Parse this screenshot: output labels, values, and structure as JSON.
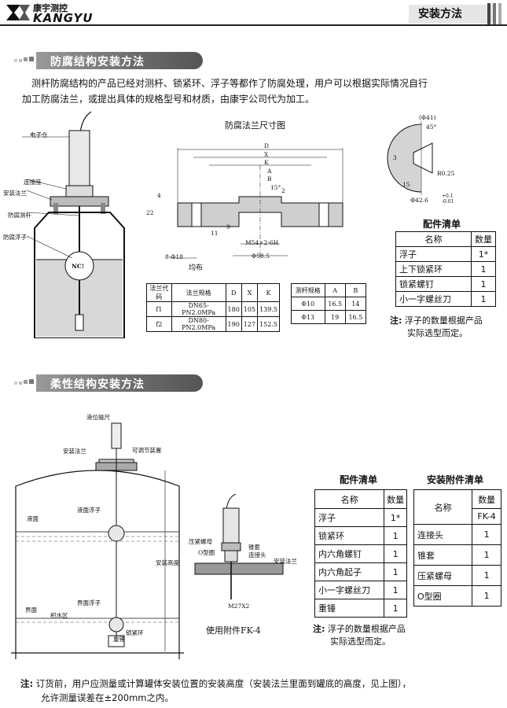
{
  "header": {
    "brand_cn": "康宇测控",
    "brand_en": "KANGYU",
    "page_title": "安装方法"
  },
  "section1": {
    "title": "防腐结构安装方法",
    "intro_line1": "测杆防腐结构的产品已经对测杆、锁紧环、浮子等都作了防腐处理，用户可以根据实际情况自行",
    "intro_line2": "加工防腐法兰，或提出具体的规格型号和材质，由康宇公司代为加工。",
    "diagram_labels": [
      "电子仓",
      "连接座",
      "安装法兰",
      "防腐测杆",
      "防腐浮子",
      "NC!"
    ],
    "flange_title": "防腐法兰尺寸图",
    "flange_dims": {
      "D": "D",
      "X": "X",
      "K": "K",
      "A": "A",
      "B": "B",
      "deg15": "15°",
      "dim4": "4",
      "dim22": "22",
      "dim11": "11",
      "dim9": "9",
      "dim2": "2",
      "thread": "M54×2-6H",
      "phi58": "Φ58.5",
      "holes": "8-Φ18",
      "even": "均布"
    },
    "detail_dims": {
      "phi41": "(Φ41)",
      "deg45": "45°",
      "dim3": "3",
      "dim15": "15",
      "r": "R0.25",
      "phi42": "Φ42.6",
      "tol_up": "+0.1",
      "tol_dn": "-0.01"
    },
    "flange_table": {
      "headers": [
        "法兰代码",
        "法兰规格",
        "D",
        "X",
        "K"
      ],
      "rows": [
        [
          "f1",
          "DN65-PN2.0MPa",
          "180",
          "105",
          "139.5"
        ],
        [
          "f2",
          "DN80-PN2.0MPa",
          "190",
          "127",
          "152.5"
        ]
      ]
    },
    "rod_table": {
      "headers": [
        "测杆规格",
        "A",
        "B"
      ],
      "rows": [
        [
          "Φ10",
          "16.5",
          "14"
        ],
        [
          "Φ13",
          "19",
          "16.5"
        ]
      ]
    },
    "parts": {
      "title": "配件清单",
      "headers": [
        "名称",
        "数量"
      ],
      "rows": [
        [
          "浮子",
          "1*"
        ],
        [
          "上下锁紧环",
          "1"
        ],
        [
          "锁紧螺钉",
          "1"
        ],
        [
          "小一字螺丝刀",
          "1"
        ]
      ]
    },
    "note_label": "注:",
    "note_line1": "浮子的数量根据产品",
    "note_line2": "实际选型而定。"
  },
  "section2": {
    "title": "柔性结构安装方法",
    "tank_labels": [
      "液位磁尺",
      "安装法兰",
      "可调节装置",
      "液面",
      "液面浮子",
      "安装高度",
      "界面",
      "积水区",
      "界面浮子",
      "重锤",
      "锁紧环"
    ],
    "fk_labels": [
      "压紧螺母",
      "O型圈",
      "锥套",
      "连接头",
      "安装法兰",
      "M27X2"
    ],
    "fk_caption": "使用附件FK-4",
    "parts": {
      "title": "配件清单",
      "headers": [
        "名称",
        "数量"
      ],
      "rows": [
        [
          "浮子",
          "1*"
        ],
        [
          "锁紧环",
          "1"
        ],
        [
          "内六角螺钉",
          "1"
        ],
        [
          "内六角起子",
          "1"
        ],
        [
          "小一字螺丝刀",
          "1"
        ],
        [
          "重锤",
          "1"
        ]
      ]
    },
    "accessory": {
      "title": "安装附件清单",
      "headers": [
        "名称",
        "数量"
      ],
      "subheader": "FK-4",
      "rows": [
        [
          "连接头",
          "1"
        ],
        [
          "锥套",
          "1"
        ],
        [
          "压紧螺母",
          "1"
        ],
        [
          "O型圈",
          "1"
        ]
      ]
    },
    "note_label": "注:",
    "note_line1": "浮子的数量根据产品",
    "note_line2": "实际选型而定。"
  },
  "footer": {
    "label": "注:",
    "line1": "订货前，用户应测量或计算罐体安装位置的安装高度（安装法兰里面到罐底的高度，见上图），",
    "line2": "允许测量误差在±200mm之内。"
  }
}
